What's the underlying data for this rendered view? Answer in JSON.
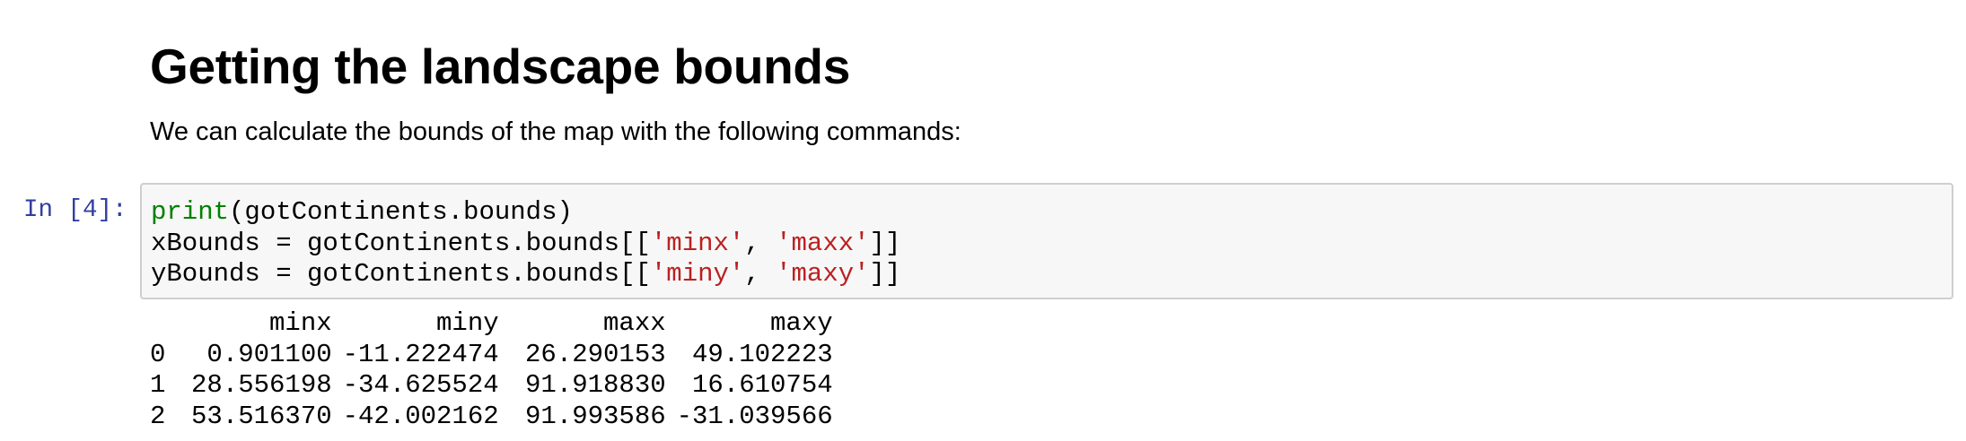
{
  "markdown": {
    "heading": "Getting the landscape bounds",
    "paragraph": "We can calculate the bounds of the map with the following commands:"
  },
  "code_cell": {
    "prompt": "In [4]:",
    "lines": [
      [
        {
          "text": "print",
          "kind": "builtin"
        },
        {
          "text": "(gotContinents.bounds)",
          "kind": "plain"
        }
      ],
      [
        {
          "text": "xBounds = gotContinents.bounds[[",
          "kind": "plain"
        },
        {
          "text": "'minx'",
          "kind": "string"
        },
        {
          "text": ", ",
          "kind": "plain"
        },
        {
          "text": "'maxx'",
          "kind": "string"
        },
        {
          "text": "]]",
          "kind": "plain"
        }
      ],
      [
        {
          "text": "yBounds = gotContinents.bounds[[",
          "kind": "plain"
        },
        {
          "text": "'miny'",
          "kind": "string"
        },
        {
          "text": ", ",
          "kind": "plain"
        },
        {
          "text": "'maxy'",
          "kind": "string"
        },
        {
          "text": "]]",
          "kind": "plain"
        }
      ]
    ]
  },
  "output": {
    "columns": [
      "minx",
      "miny",
      "maxx",
      "maxy"
    ],
    "rows": [
      {
        "index": "0",
        "values": [
          "0.901100",
          "-11.222474",
          "26.290153",
          "49.102223"
        ]
      },
      {
        "index": "1",
        "values": [
          "28.556198",
          "-34.625524",
          "91.918830",
          "16.610754"
        ]
      },
      {
        "index": "2",
        "values": [
          "53.516370",
          "-42.002162",
          "91.993586",
          "-31.039566"
        ]
      }
    ]
  },
  "colors": {
    "prompt": "#303f9f",
    "builtin": "#008000",
    "string": "#ba2121",
    "input_background": "#f7f7f7",
    "input_border": "#cfcfcf"
  }
}
